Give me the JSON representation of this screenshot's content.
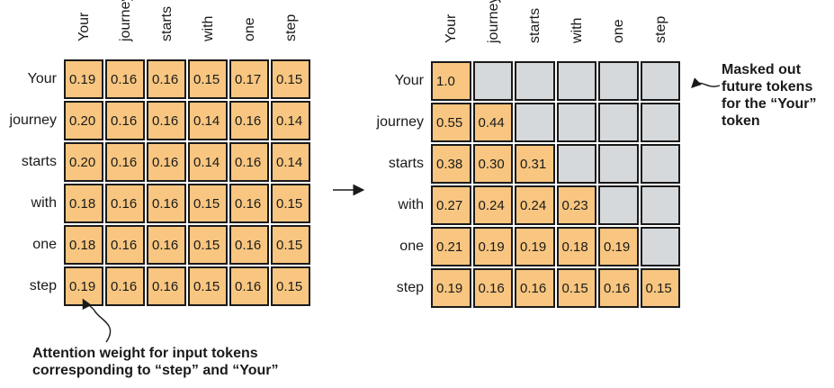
{
  "tokens": [
    "Your",
    "journey",
    "starts",
    "with",
    "one",
    "step"
  ],
  "left_matrix": [
    [
      "0.19",
      "0.16",
      "0.16",
      "0.15",
      "0.17",
      "0.15"
    ],
    [
      "0.20",
      "0.16",
      "0.16",
      "0.14",
      "0.16",
      "0.14"
    ],
    [
      "0.20",
      "0.16",
      "0.16",
      "0.14",
      "0.16",
      "0.14"
    ],
    [
      "0.18",
      "0.16",
      "0.16",
      "0.15",
      "0.16",
      "0.15"
    ],
    [
      "0.18",
      "0.16",
      "0.16",
      "0.15",
      "0.16",
      "0.15"
    ],
    [
      "0.19",
      "0.16",
      "0.16",
      "0.15",
      "0.16",
      "0.15"
    ]
  ],
  "right_matrix": [
    [
      "1.0",
      "",
      "",
      "",
      "",
      ""
    ],
    [
      "0.55",
      "0.44",
      "",
      "",
      "",
      ""
    ],
    [
      "0.38",
      "0.30",
      "0.31",
      "",
      "",
      ""
    ],
    [
      "0.27",
      "0.24",
      "0.24",
      "0.23",
      "",
      ""
    ],
    [
      "0.21",
      "0.19",
      "0.19",
      "0.18",
      "0.19",
      ""
    ],
    [
      "0.19",
      "0.16",
      "0.16",
      "0.15",
      "0.16",
      "0.15"
    ]
  ],
  "annotations": {
    "masked_line1": "Masked out",
    "masked_line2": "future tokens",
    "masked_line3": "for the “Your”",
    "masked_line4": "token",
    "attention_line1": "Attention weight for input tokens",
    "attention_line2": "corresponding to “step” and “Your”"
  },
  "colors": {
    "cell_fill": "#f8c680",
    "masked_fill": "#d6d9dc",
    "border": "#1a1a1a"
  }
}
